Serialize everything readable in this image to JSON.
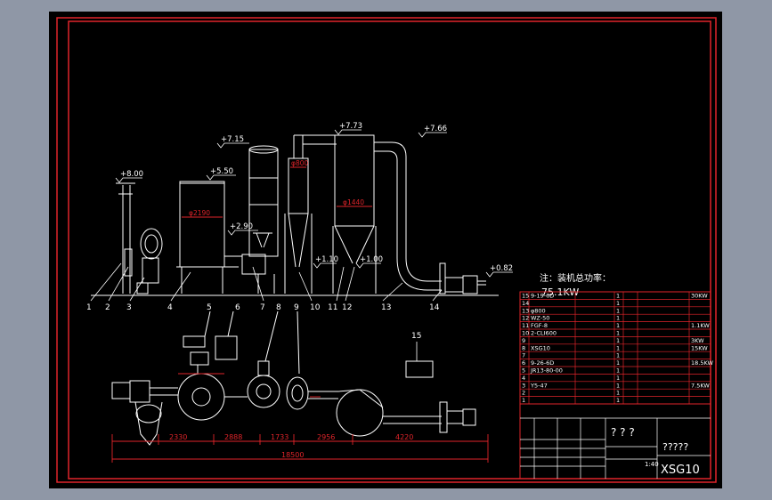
{
  "colors": {
    "background": "#8f97a6",
    "sheet": "#000000",
    "frame": "#e0242a",
    "line": "#ffffff",
    "dim": "#e0242a"
  },
  "elevations": [
    "+8.00",
    "+5.50",
    "+7.15",
    "+2.90",
    "+7.73",
    "+7.66",
    "+1.10",
    "+1.00",
    "+0.82"
  ],
  "diameters": [
    "φ2190",
    "φ800",
    "φ1440"
  ],
  "side_view_callouts": [
    "1",
    "2",
    "3",
    "4",
    "5",
    "6",
    "7",
    "8",
    "9",
    "10",
    "11",
    "12",
    "13",
    "14"
  ],
  "plan_dimensions": [
    "2330",
    "2888",
    "1733",
    "2956",
    "4220",
    "18500"
  ],
  "plan_callout": "15",
  "note": {
    "label": "注：装机总功率：",
    "value": "75.1KW"
  },
  "parts": [
    {
      "no": "15",
      "name": "9-19-6D",
      "qty": "1",
      "power": "30KW"
    },
    {
      "no": "14",
      "name": "",
      "qty": "1",
      "power": ""
    },
    {
      "no": "13",
      "name": "φ800",
      "qty": "1",
      "power": ""
    },
    {
      "no": "12",
      "name": "WZ-50",
      "qty": "1",
      "power": ""
    },
    {
      "no": "11",
      "name": "FGF-8",
      "qty": "1",
      "power": "1.1KW"
    },
    {
      "no": "10",
      "name": "2-CLI600",
      "qty": "1",
      "power": ""
    },
    {
      "no": "9",
      "name": "",
      "qty": "1",
      "power": "3KW"
    },
    {
      "no": "8",
      "name": "XSG10",
      "qty": "1",
      "power": "15KW"
    },
    {
      "no": "7",
      "name": "",
      "qty": "1",
      "power": ""
    },
    {
      "no": "6",
      "name": "9-26-6D",
      "qty": "1",
      "power": "18.5KW"
    },
    {
      "no": "5",
      "name": "JR13-80-00",
      "qty": "1",
      "power": ""
    },
    {
      "no": "4",
      "name": "",
      "qty": "1",
      "power": ""
    },
    {
      "no": "3",
      "name": "Y5-47",
      "qty": "1",
      "power": "7.5KW"
    },
    {
      "no": "2",
      "name": "",
      "qty": "1",
      "power": ""
    },
    {
      "no": "1",
      "name": "",
      "qty": "1",
      "power": ""
    }
  ],
  "title_block": {
    "marks": "? ? ?",
    "name": "?????",
    "drawing_no": "XSG10",
    "scale": "1:40"
  }
}
